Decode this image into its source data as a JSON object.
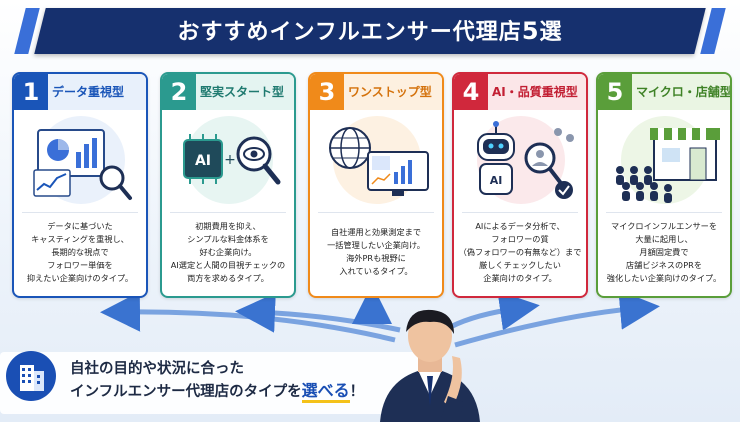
{
  "header": {
    "title_main": "おすすめインフルエンサー代理店",
    "title_num": "5",
    "title_suffix": "選"
  },
  "cards": [
    {
      "num": "1",
      "label": "データ重視型",
      "color": "#1a55b8",
      "desc": [
        "データに基づいた",
        "キャスティングを重視し、",
        "長期的な視点で",
        "フォロワー単価を",
        "抑えたい企業向けのタイプ。"
      ],
      "icons": [
        "dashboard-icon",
        "chart-icon",
        "magnifier-icon"
      ]
    },
    {
      "num": "2",
      "label": "堅実スタート型",
      "color": "#2b9a8f",
      "desc": [
        "初期費用を抑え、",
        "シンプルな料金体系を",
        "好む企業向け。",
        "AI選定と人間の目視チェックの",
        "両方を求めるタイプ。"
      ],
      "icons": [
        "ai-chip-icon",
        "eye-magnifier-icon"
      ]
    },
    {
      "num": "3",
      "label": "ワンストップ型",
      "color": "#f08a1a",
      "desc": [
        "自社運用と効果測定まで",
        "一括管理したい企業向け。",
        "海外PRも視野に",
        "入れているタイプ。"
      ],
      "icons": [
        "globe-icon",
        "monitor-chart-icon"
      ]
    },
    {
      "num": "4",
      "label": "AI・品質重視型",
      "color": "#d0283c",
      "desc": [
        "AIによるデータ分析で、",
        "フォロワーの質",
        "（偽フォロワーの有無など）まで",
        "厳しくチェックしたい",
        "企業向けのタイプ。"
      ],
      "icons": [
        "robot-icon",
        "user-magnifier-icon",
        "check-icon"
      ]
    },
    {
      "num": "5",
      "label": "マイクロ・店舗型",
      "color": "#5a9e3a",
      "desc": [
        "マイクロインフルエンサーを",
        "大量に起用し、",
        "月額固定費で",
        "店舗ビジネスのPRを",
        "強化したい企業向けのタイプ。"
      ],
      "icons": [
        "storefront-icon",
        "crowd-icon"
      ]
    }
  ],
  "footer": {
    "line1": "自社の目的や状況に合った",
    "line2_pre": "インフルエンサー代理店のタイプを",
    "line2_hl": "選べる",
    "line2_post": "！",
    "icon": "building-icon"
  }
}
